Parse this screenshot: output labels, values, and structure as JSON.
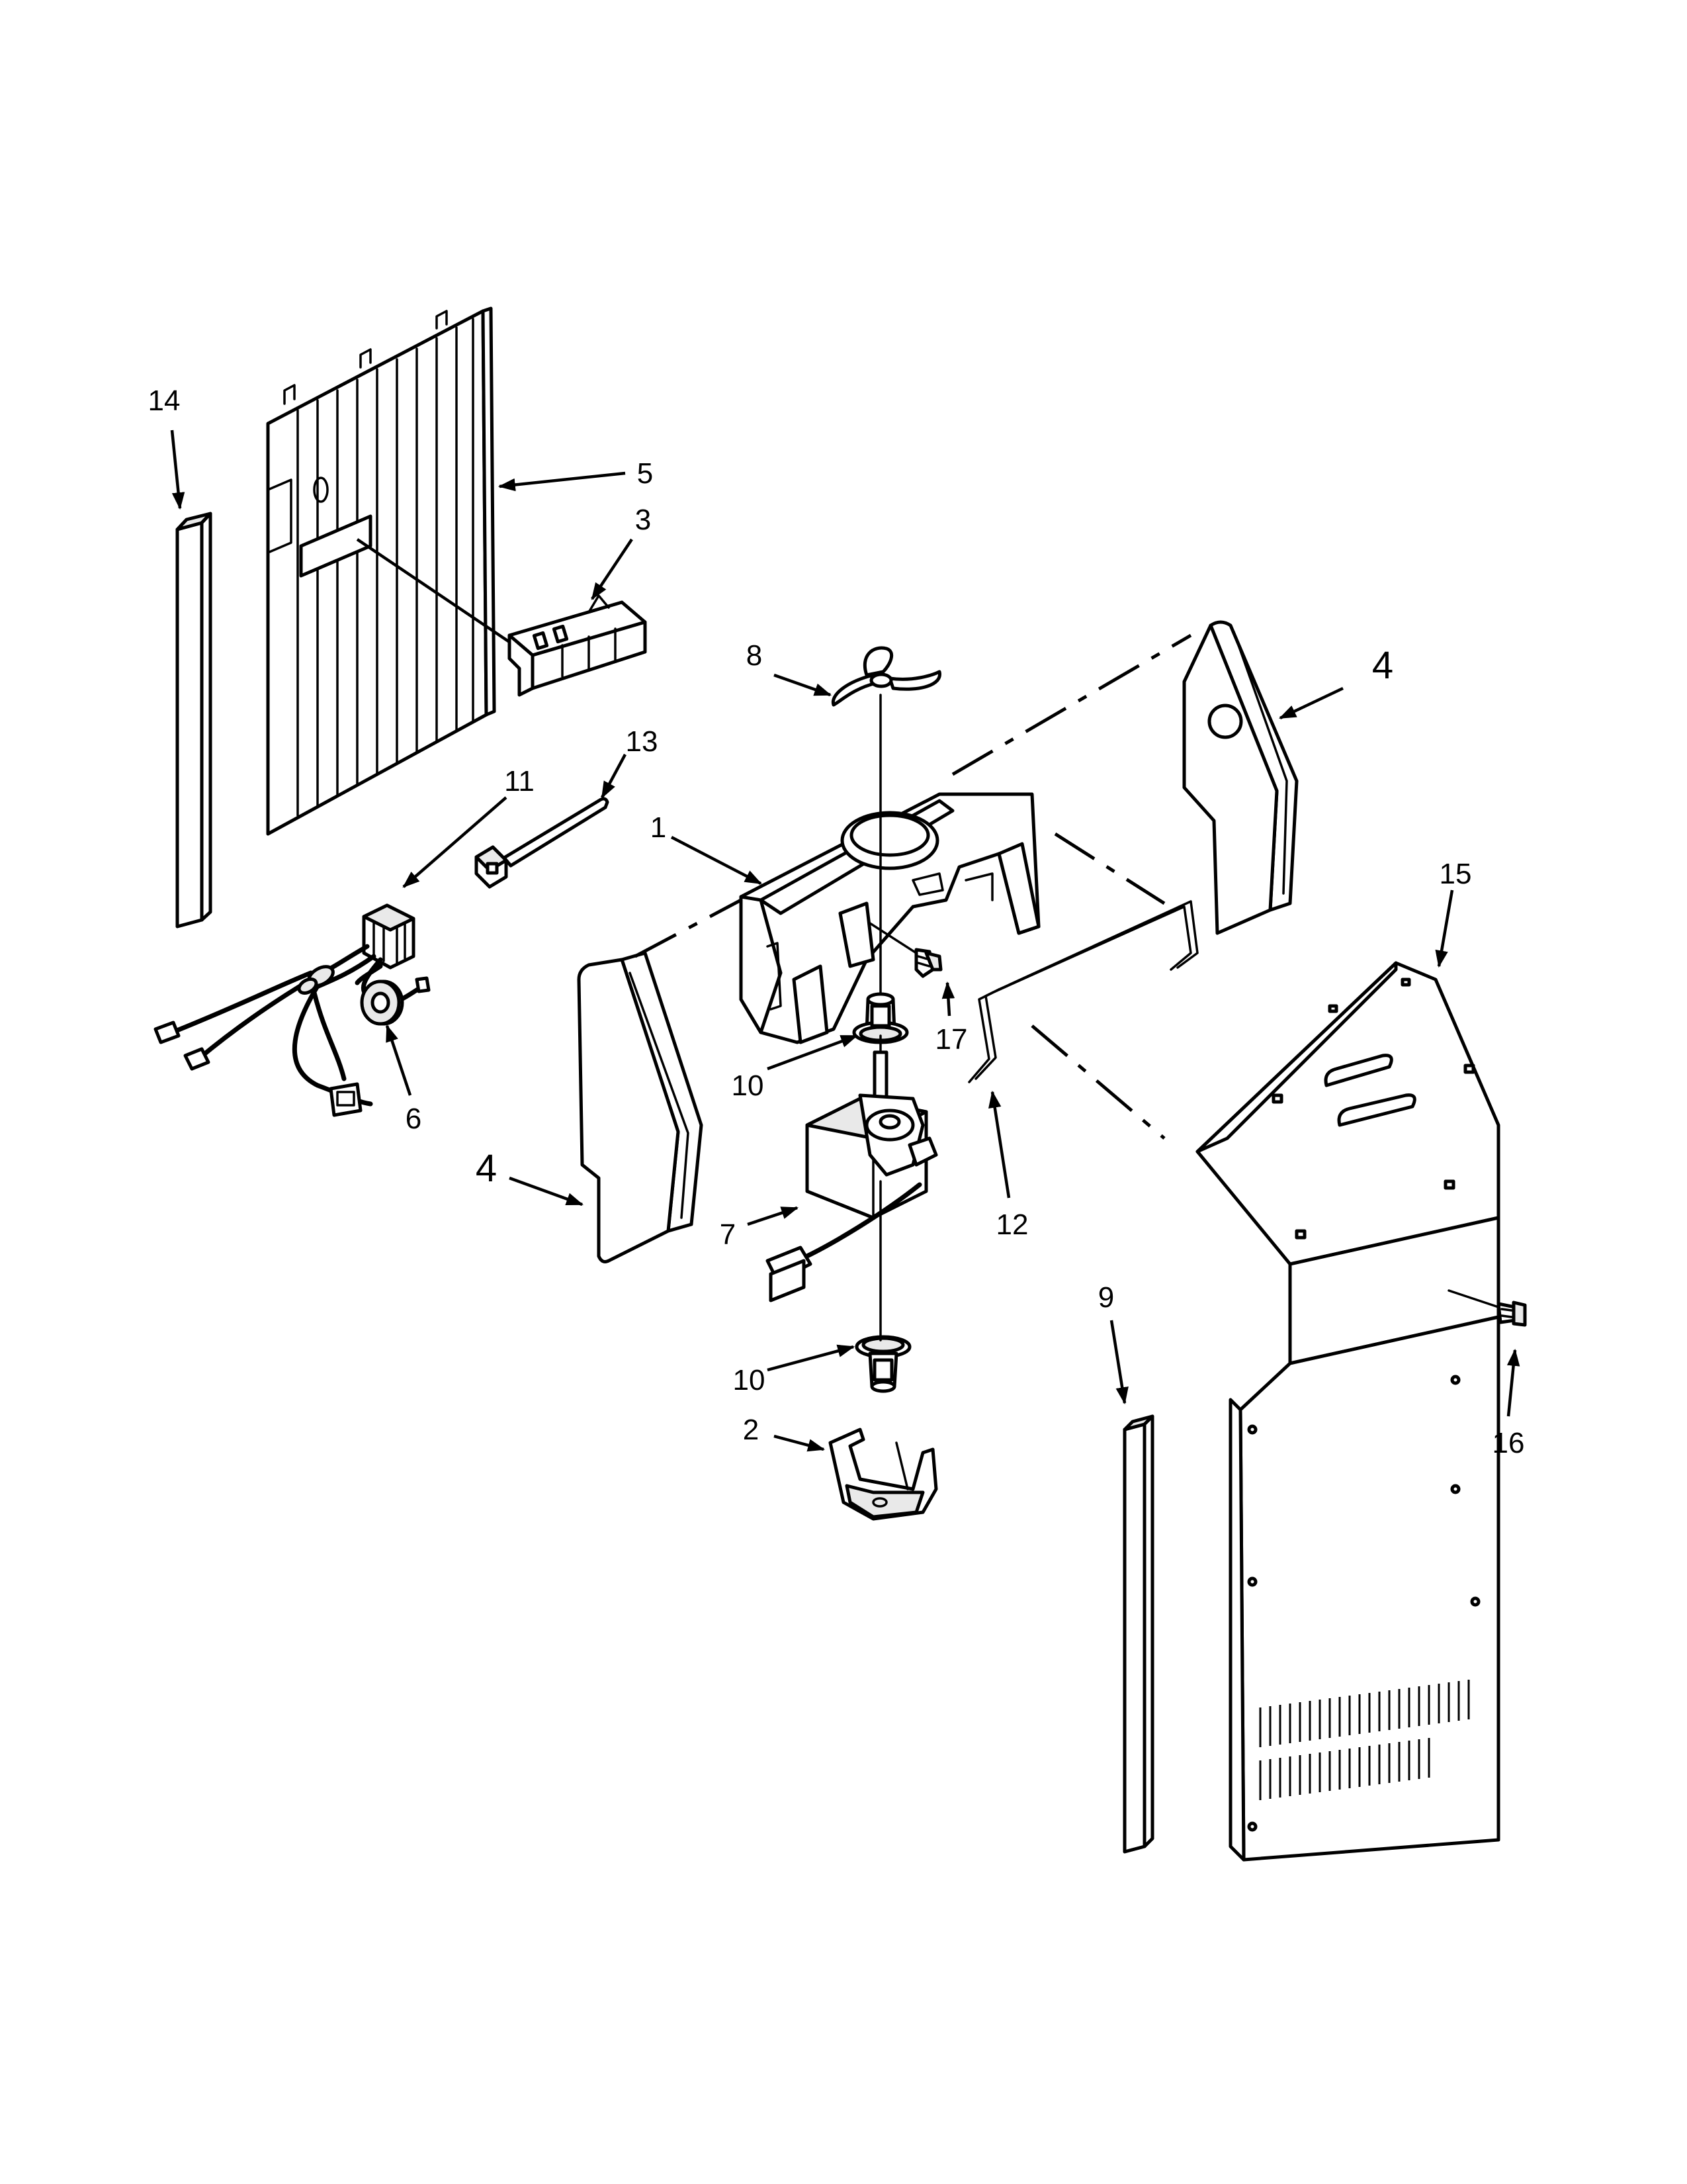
{
  "diagram": {
    "callouts": {
      "c1": "1",
      "c2": "2",
      "c3": "3",
      "c4a": "4",
      "c4b": "4",
      "c5": "5",
      "c6": "6",
      "c7": "7",
      "c8": "8",
      "c9": "9",
      "c10a": "10",
      "c10b": "10",
      "c11": "11",
      "c12": "12",
      "c13": "13",
      "c14": "14",
      "c15": "15",
      "c16": "16",
      "c17": "17"
    }
  }
}
